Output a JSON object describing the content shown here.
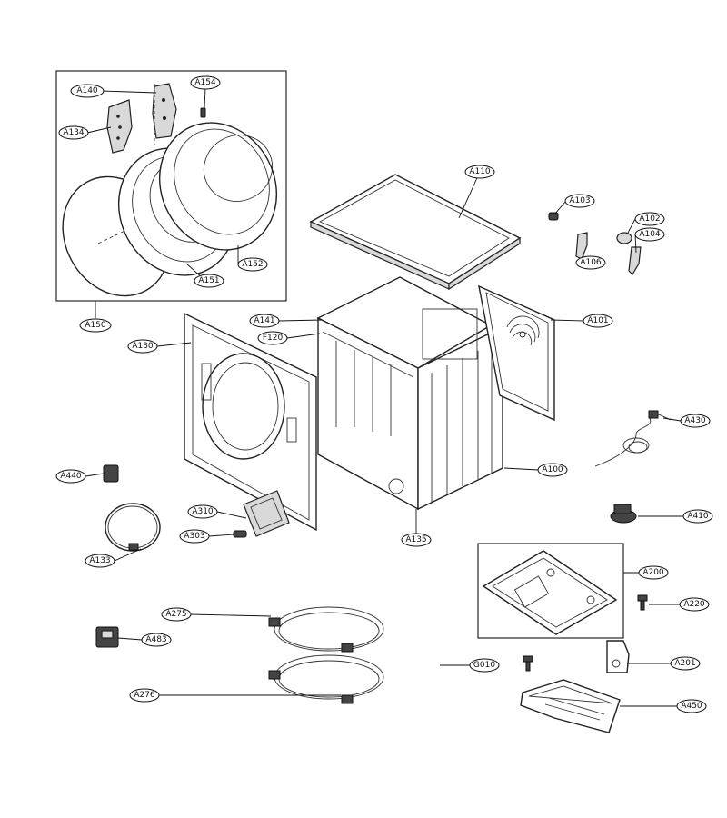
{
  "labels": {
    "a140": "A140",
    "a154": "A154",
    "a134": "A134",
    "a151": "A151",
    "a152": "A152",
    "a150": "A150",
    "a110": "A110",
    "a103": "A103",
    "a102": "A102",
    "a104": "A104",
    "a106": "A106",
    "a141": "A141",
    "f120": "F120",
    "a130": "A130",
    "a101": "A101",
    "a430": "A430",
    "a440": "A440",
    "a100": "A100",
    "a410": "A410",
    "a310": "A310",
    "a303": "A303",
    "a133": "A133",
    "a135": "A135",
    "a200": "A200",
    "a220": "A220",
    "a275": "A275",
    "a483": "A483",
    "g010": "G010",
    "a201": "A201",
    "a276": "A276",
    "a450": "A450"
  }
}
